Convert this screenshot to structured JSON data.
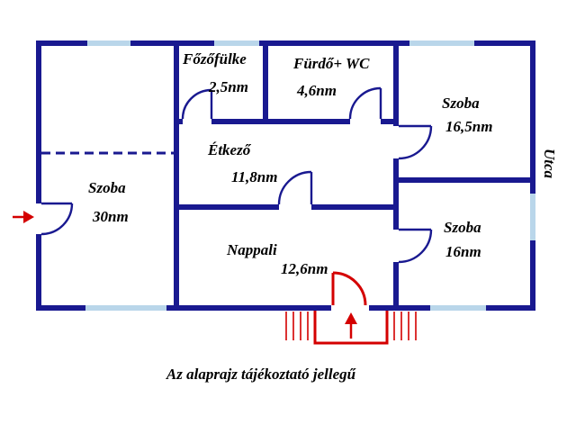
{
  "colors": {
    "wall": "#191990",
    "window": "#b9d6ea",
    "red": "#d40000",
    "text": "#000000"
  },
  "rooms": [
    {
      "name": "Főzőfülke",
      "area": "2,5nm"
    },
    {
      "name": "Fürdő+ WC",
      "area": "4,6nm"
    },
    {
      "name": "Szoba",
      "area": "16,5nm"
    },
    {
      "name": "Étkező",
      "area": "11,8nm"
    },
    {
      "name": "Szoba",
      "area": "30nm"
    },
    {
      "name": "Nappali",
      "area": "12,6nm"
    },
    {
      "name": "Szoba",
      "area": "16nm"
    }
  ],
  "labels": {
    "street": "Utca",
    "caption": "Az alaprajz tájékoztató jellegű"
  }
}
